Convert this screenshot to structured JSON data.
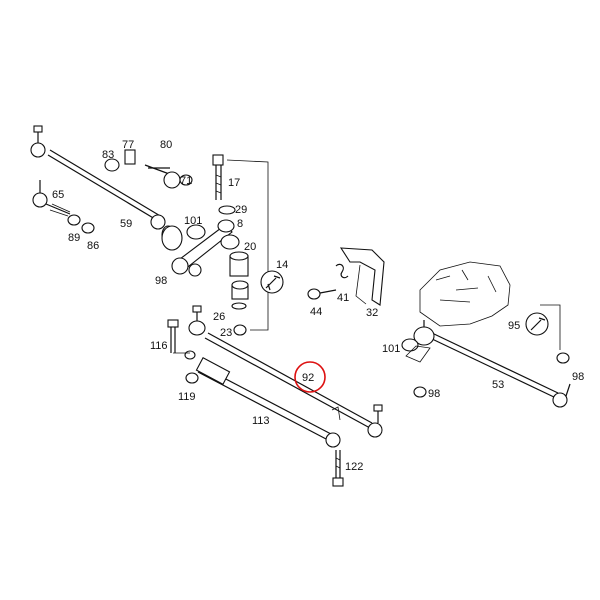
{
  "diagram": {
    "labels": {
      "p77": "77",
      "p80": "80",
      "p83": "83",
      "p71": "71",
      "p65": "65",
      "p59": "59",
      "p89": "89",
      "p86": "86",
      "p17": "17",
      "p29": "29",
      "p8": "8",
      "p101a": "101",
      "p20": "20",
      "p14": "14",
      "p98a": "98",
      "p26": "26",
      "p23": "23",
      "p41": "41",
      "p44": "44",
      "p32": "32",
      "p116": "116",
      "p119": "119",
      "p92": "92",
      "p113": "113",
      "p122": "122",
      "p95": "95",
      "p101b": "101",
      "p98b": "98",
      "p53": "53",
      "p98c": "98"
    },
    "highlight": "92",
    "colors": {
      "highlight": "#dd1111",
      "line": "#111111"
    }
  }
}
